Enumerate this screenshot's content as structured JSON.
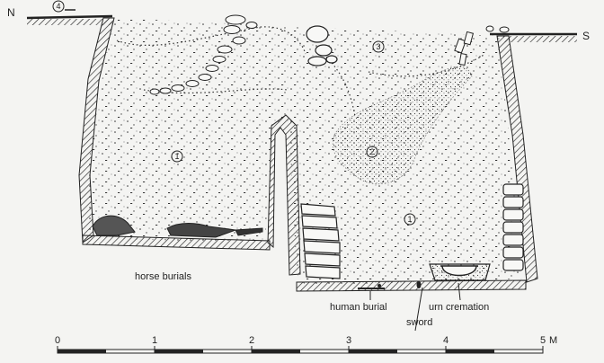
{
  "orientation": {
    "north": "N",
    "south": "S"
  },
  "layers": {
    "l1a": "1",
    "l1b": "1",
    "l2": "2",
    "l3": "3",
    "l4": "4"
  },
  "labels": {
    "horse_burials": "horse burials",
    "human_burial": "human burial",
    "sword": "sword",
    "urn_cremation": "urn cremation"
  },
  "scale": {
    "ticks": [
      "0",
      "1",
      "2",
      "3",
      "4",
      "5"
    ],
    "unit": "M"
  },
  "colors": {
    "ink": "#222222",
    "paper": "#f4f4f2"
  }
}
